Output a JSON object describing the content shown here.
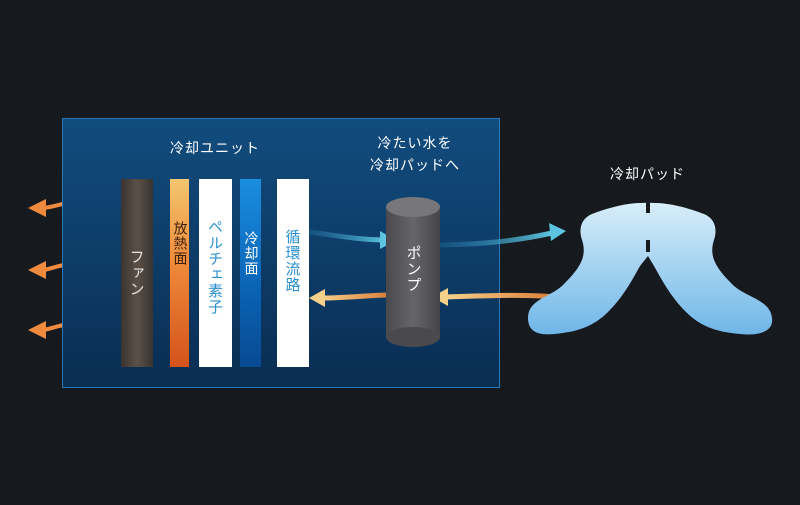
{
  "labels": {
    "unit_title": "冷却ユニット",
    "cold_water_line1": "冷たい水を",
    "cold_water_line2": "冷却パッドへ",
    "pad_title": "冷却パッド"
  },
  "components": {
    "fan": "ファン",
    "heat_surface": "放熱面",
    "peltier": "ペルチェ素子",
    "cool_surface": "冷却面",
    "circulation": "循環流路",
    "pump": "ポンプ"
  },
  "colors": {
    "background": "#16191d",
    "unit_box": "#0d3b66",
    "hot_arrow": "#f08a3c",
    "cold_arrow": "#4fb8d8",
    "pad": "#a9d6f4",
    "pump": "#5a5a5e"
  }
}
